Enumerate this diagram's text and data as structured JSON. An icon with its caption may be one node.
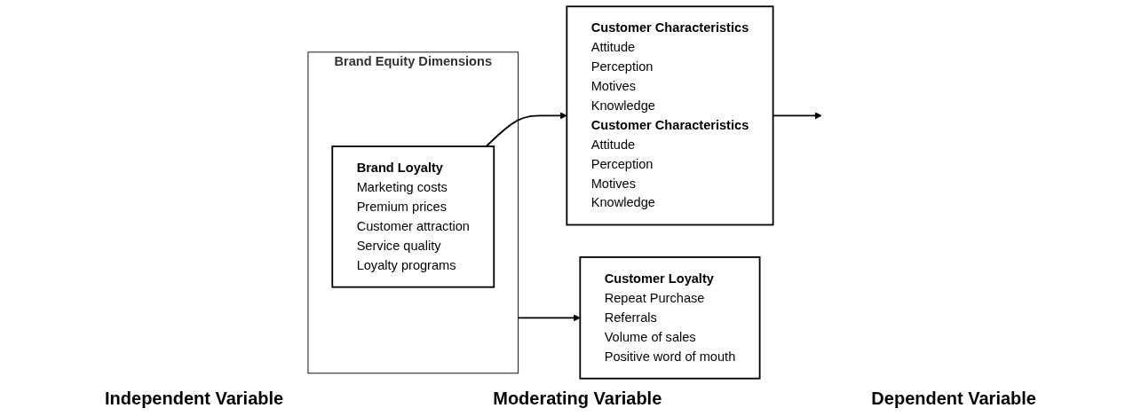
{
  "diagram": {
    "nodes": [
      {
        "text": [
          "Brand Equity Dimensions"
        ]
      },
      {
        "text": [
          "Brand Loyalty",
          "Marketing costs",
          "Premium prices",
          "Customer attraction",
          "Service quality",
          "Loyalty programs"
        ],
        "in": 0
      },
      {
        "text": [
          "Customer Characteristics",
          "Attitude",
          "Perception",
          "Motives",
          "Knowledge",
          "Customer Characteristics",
          "Attitude",
          "Perception",
          "Motives",
          "Knowledge"
        ]
      },
      {
        "text": [
          "Customer Loyalty",
          "Repeat Purchase",
          "Referrals",
          "Volume of sales",
          "Positive word of mouth"
        ]
      }
    ],
    "edges": [
      {
        "from": 1,
        "to": 2,
        "arrow": "to"
      },
      {
        "from": 0,
        "to": 3,
        "arrow": "to"
      },
      {
        "from": 2,
        "to": null,
        "arrow": "to"
      }
    ],
    "labels": [
      "Independent Variable",
      "Moderating Variable",
      "Dependent Variable"
    ]
  }
}
